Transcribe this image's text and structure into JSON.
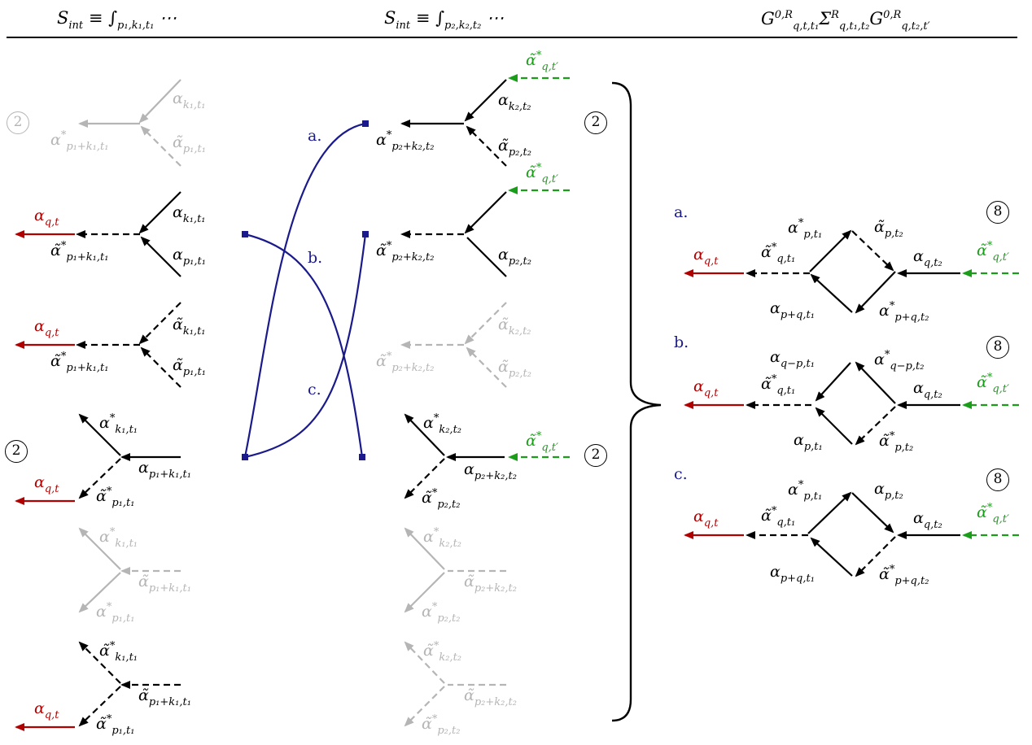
{
  "headers": {
    "col1": "S_int ≡ ∫_{p₁,k₁,t₁} ⋯",
    "col2": "S_int ≡ ∫_{p₂,k₂,t₂} ⋯",
    "col3": "G^{0,R}_{q,t,t₁} Σ^R_{q,t₁,t₂} G^{0,R}_{q,t₂,t′}"
  },
  "factors": {
    "two": "2",
    "eight": "8"
  },
  "connection_labels": {
    "a": "a.",
    "b": "b.",
    "c": "c."
  },
  "colors": {
    "red": "#b00000",
    "green": "#1a9e1a",
    "blue": "#1a1a8c",
    "gray": "#b5b5b5",
    "black": "#000000"
  },
  "col1_vertices": [
    {
      "state": "gray",
      "legs": [
        "α_{k₁,t₁}",
        "α*_{p₁+k₁,t₁}",
        "α̃_{p₁,t₁}"
      ]
    },
    {
      "state": "active",
      "legs": [
        "α_{k₁,t₁}",
        "α̃*_{p₁+k₁,t₁}",
        "α_{p₁,t₁}"
      ],
      "external": "α_{q,t}"
    },
    {
      "state": "active",
      "legs": [
        "α̃_{k₁,t₁}",
        "α̃*_{p₁+k₁,t₁}",
        "α̃_{p₁,t₁}"
      ],
      "external": "α_{q,t}"
    },
    {
      "state": "active",
      "legs": [
        "α*_{k₁,t₁}",
        "α_{p₁+k₁,t₁}",
        "α̃*_{p₁,t₁}"
      ],
      "external": "α_{q,t}"
    },
    {
      "state": "gray",
      "legs": [
        "α*_{k₁,t₁}",
        "α̃_{p₁+k₁,t₁}",
        "α*_{p₁,t₁}"
      ]
    },
    {
      "state": "active",
      "legs": [
        "α̃*_{k₁,t₁}",
        "α̃_{p₁+k₁,t₁}",
        "α̃*_{p₁,t₁}"
      ],
      "external": "α_{q,t}"
    }
  ],
  "col2_vertices": [
    {
      "state": "active",
      "legs": [
        "α_{k₂,t₂}",
        "α*_{p₂+k₂,t₂}",
        "α̃_{p₂,t₂}"
      ],
      "external": "α̃*_{q,t′}"
    },
    {
      "state": "active",
      "legs": [
        "α̃*_{p₂+k₂,t₂}",
        "α_{p₂,t₂}"
      ],
      "external": "α̃*_{q,t′}"
    },
    {
      "state": "gray",
      "legs": [
        "α̃_{k₂,t₂}",
        "α̃*_{p₂+k₂,t₂}",
        "α̃_{p₂,t₂}"
      ]
    },
    {
      "state": "active",
      "legs": [
        "α*_{k₂,t₂}",
        "α_{p₂+k₂,t₂}",
        "α̃*_{p₂,t₂}"
      ],
      "external": "α̃*_{q,t′}"
    },
    {
      "state": "gray",
      "legs": [
        "α*_{k₂,t₂}",
        "α̃_{p₂+k₂,t₂}",
        "α*_{p₂,t₂}"
      ]
    },
    {
      "state": "gray",
      "legs": [
        "α̃*_{k₂,t₂}",
        "α̃_{p₂+k₂,t₂}",
        "α̃*_{p₂,t₂}"
      ]
    }
  ],
  "results": [
    {
      "label": "a.",
      "upper_left": "α*_{p,t₁}",
      "upper_right": "α̃_{p,t₂}",
      "lower_left": "α_{p+q,t₁}",
      "lower_right": "α*_{p+q,t₂}"
    },
    {
      "label": "b.",
      "upper_left": "α_{q−p,t₁}",
      "upper_right": "α*_{q−p,t₂}",
      "lower_left": "α_{p,t₁}",
      "lower_right": "α̃*_{p,t₂}"
    },
    {
      "label": "c.",
      "upper_left": "α*_{p,t₁}",
      "upper_right": "α_{p,t₂}",
      "lower_left": "α_{p+q,t₁}",
      "lower_right": "α̃*_{p+q,t₂}"
    }
  ],
  "result_common": {
    "out_red": "α_{q,t}",
    "in_green": "α̃*_{q,t′}",
    "left_leg": "α̃*_{q,t₁}",
    "right_leg": "α_{q,t₂}"
  }
}
